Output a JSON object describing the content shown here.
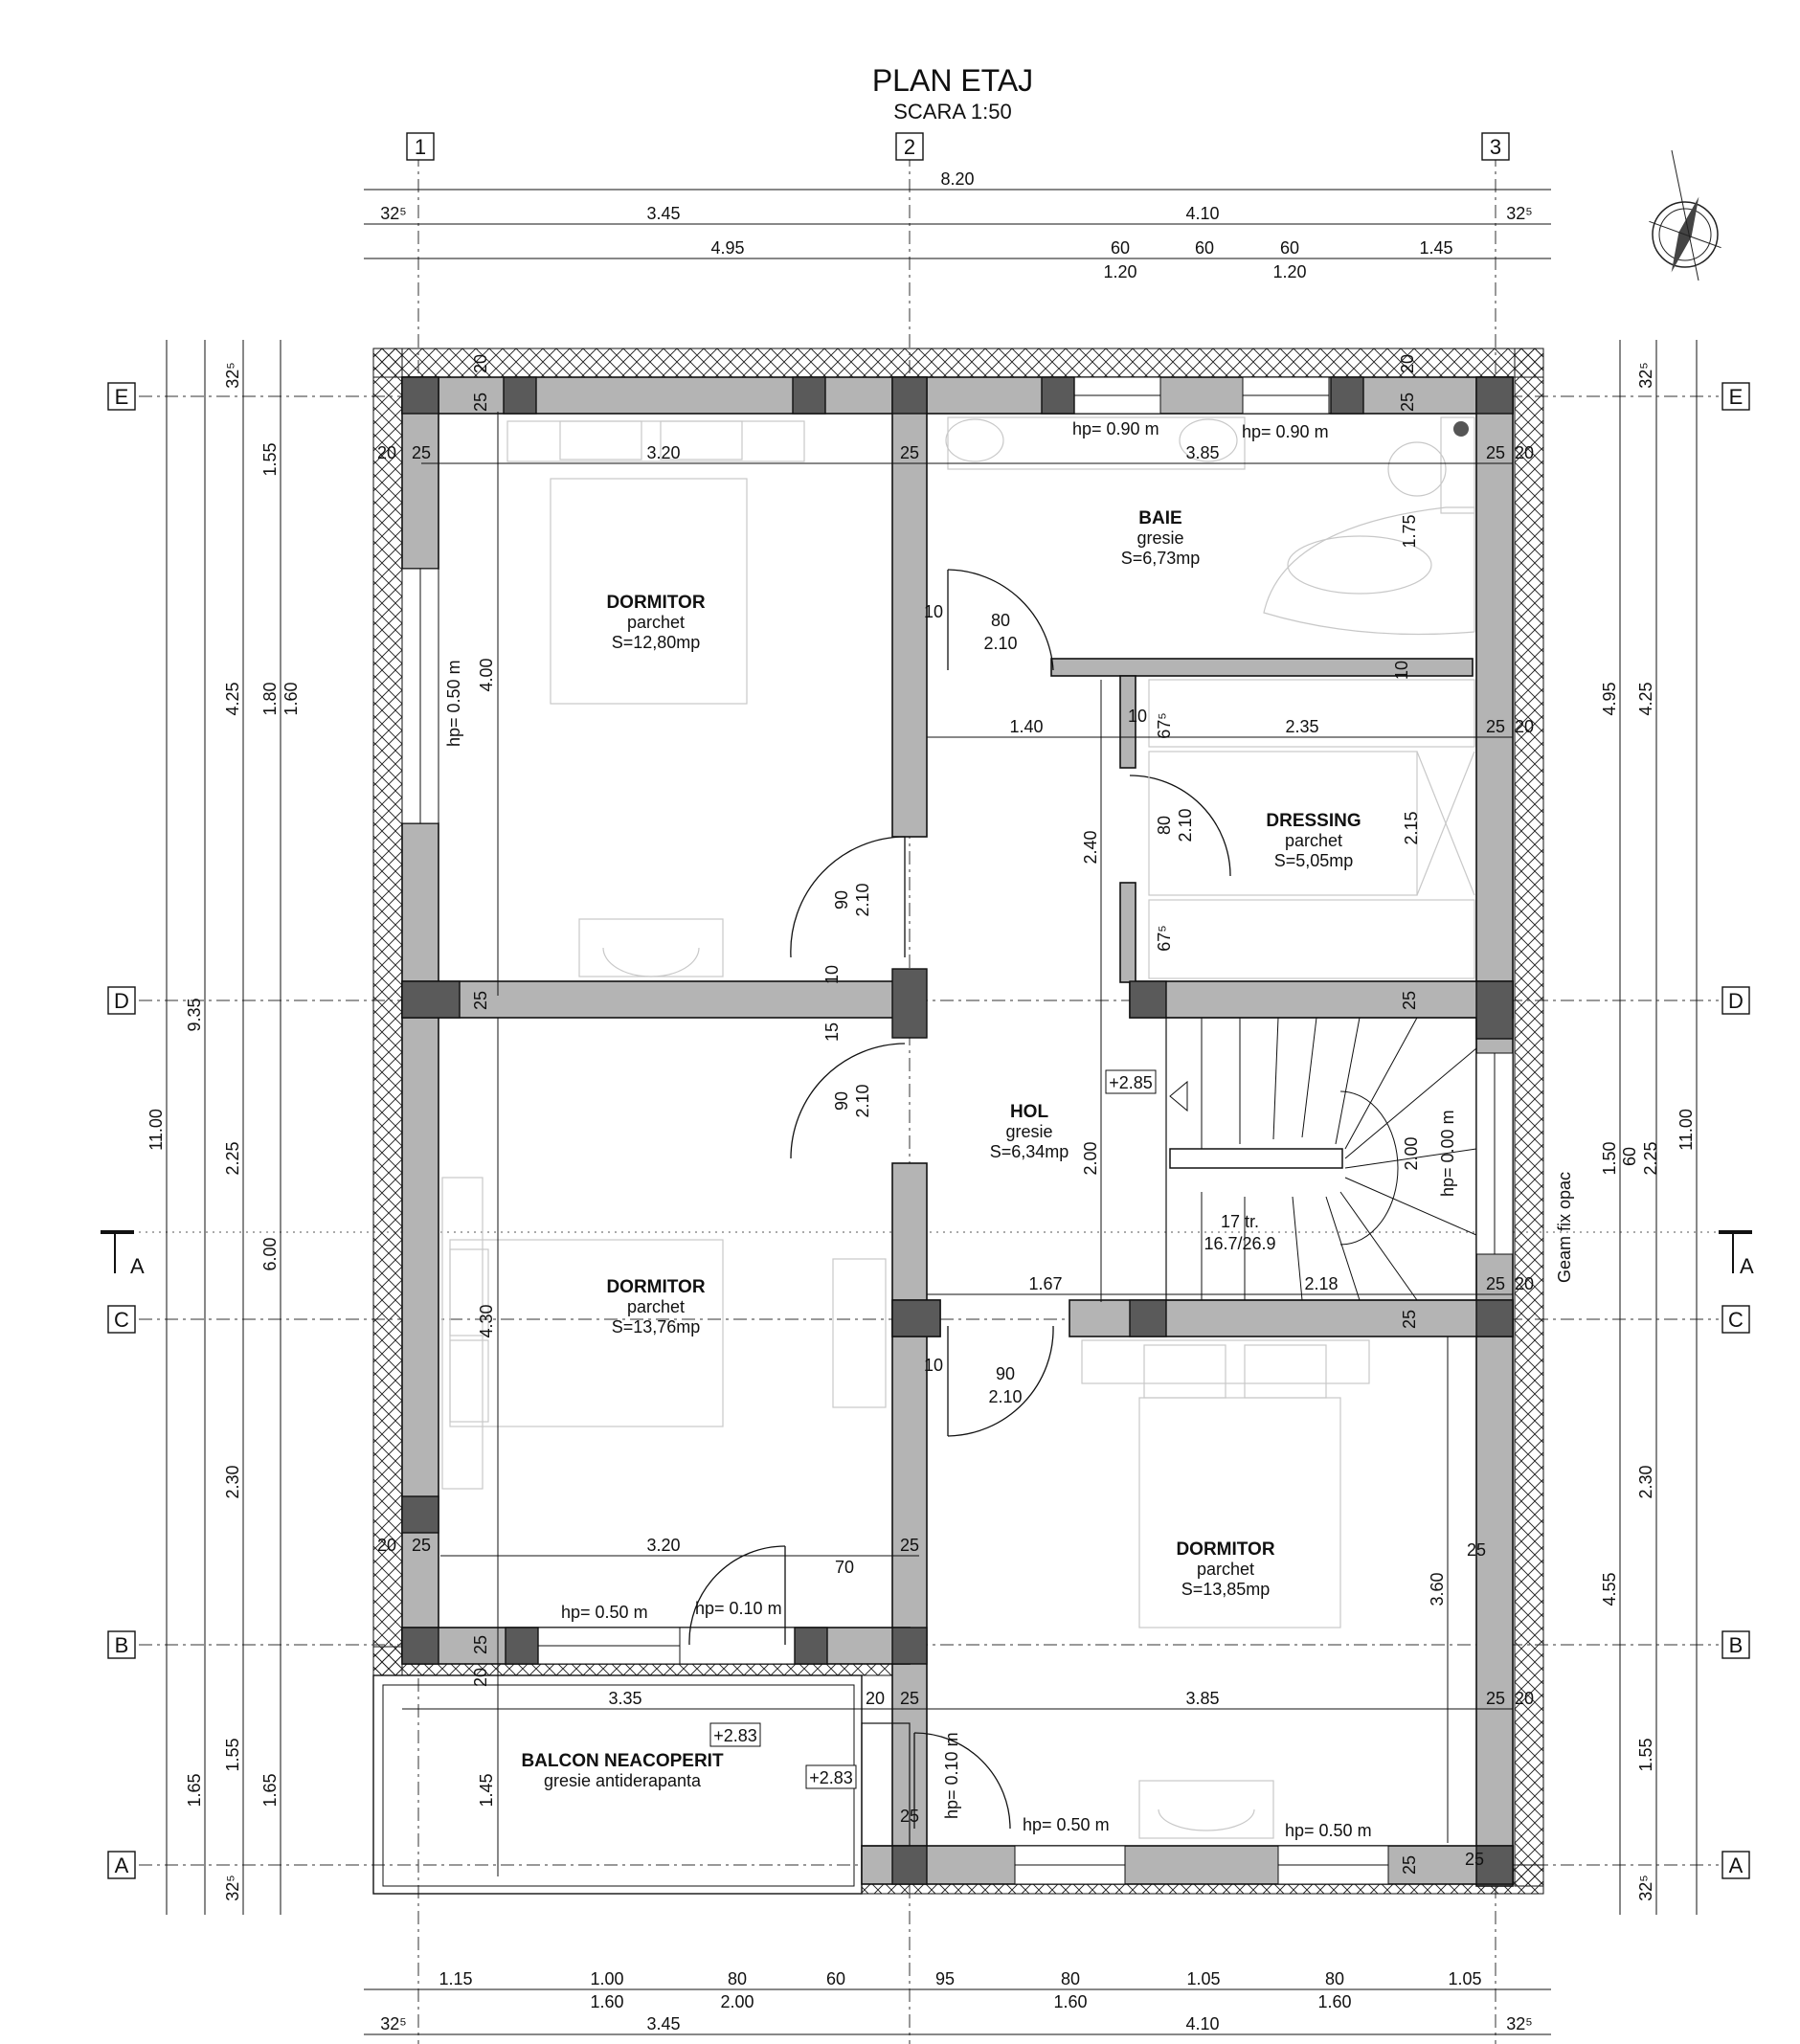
{
  "title": "PLAN ETAJ",
  "scale": "SCARA 1:50",
  "axes": {
    "numbers": [
      "1",
      "2",
      "3"
    ],
    "letters": [
      "E",
      "D",
      "C",
      "B",
      "A"
    ],
    "section": "A"
  },
  "rooms": [
    {
      "name": "DORMITOR",
      "finish": "parchet",
      "area": "S=12,80mp"
    },
    {
      "name": "BAIE",
      "finish": "gresie",
      "area": "S=6,73mp"
    },
    {
      "name": "DRESSING",
      "finish": "parchet",
      "area": "S=5,05mp"
    },
    {
      "name": "HOL",
      "finish": "gresie",
      "area": "S=6,34mp"
    },
    {
      "name": "DORMITOR",
      "finish": "parchet",
      "area": "S=13,76mp"
    },
    {
      "name": "DORMITOR",
      "finish": "parchet",
      "area": "S=13,85mp"
    },
    {
      "name": "BALCON NEACOPERIT",
      "finish": "gresie antiderapanta",
      "area": ""
    }
  ],
  "levels": [
    "+2.85",
    "+2.83",
    "+2.83"
  ],
  "stair": {
    "steps": "17 tr.",
    "size": "16.7/26.9"
  },
  "glass_note": "Geam fix opac",
  "sill_heights": [
    "hp= 0.90 m",
    "hp= 0.90 m",
    "hp= 0.50 m",
    "hp= 0.00 m",
    "hp= 0.50 m",
    "hp= 0.10 m",
    "hp= 0.10 m",
    "hp= 0.50 m",
    "hp= 0.50 m"
  ],
  "dims_top": {
    "row1": [
      "8.20"
    ],
    "row2": [
      "32⁵",
      "3.45",
      "4.10",
      "32⁵"
    ],
    "row3": [
      "4.95",
      "60",
      "60",
      "60",
      "1.45"
    ],
    "row3b": [
      "1.20",
      "1.20"
    ]
  },
  "dims_bottom": {
    "row1": [
      "1.15",
      "1.00",
      "80",
      "60",
      "95",
      "80",
      "1.05",
      "80",
      "1.05"
    ],
    "row1b": [
      "1.60",
      "2.00",
      "1.60",
      "1.60"
    ],
    "row2": [
      "32⁵",
      "3.45",
      "4.10",
      "32⁵"
    ]
  },
  "dims_left": {
    "outer": [
      "11.00"
    ],
    "mid": [
      "9.35",
      "1.65"
    ],
    "inner": [
      "4.25",
      "2.25",
      "2.30",
      "1.55"
    ],
    "detail": [
      "1.55",
      "1.80",
      "1.60",
      "6.00",
      "1.65",
      "32⁵",
      "32⁵"
    ]
  },
  "dims_right": {
    "outer": [
      "11.00"
    ],
    "mid": [
      "4.95",
      "1.50",
      "60",
      "2.25",
      "4.55"
    ],
    "inner": [
      "4.25",
      "2.30",
      "1.55",
      "32⁵",
      "32⁵"
    ]
  },
  "dims_inner": {
    "widths": [
      "3.20",
      "3.85",
      "1.40",
      "2.35",
      "1.67",
      "2.18",
      "3.20",
      "3.35",
      "3.85",
      "80",
      "2.10",
      "90",
      "2.10",
      "70"
    ],
    "heights": [
      "4.00",
      "1.75",
      "2.40",
      "2.15",
      "2.00",
      "2.00",
      "4.30",
      "3.60",
      "1.45",
      "80",
      "2.10",
      "90",
      "2.10",
      "90",
      "2.10"
    ],
    "small": [
      "25",
      "25",
      "25",
      "25",
      "25",
      "25",
      "25",
      "25",
      "25",
      "25",
      "25",
      "25",
      "25",
      "25",
      "25",
      "25",
      "25",
      "25",
      "25",
      "20",
      "20",
      "20",
      "20",
      "20",
      "20",
      "20",
      "20",
      "20",
      "20",
      "10",
      "10",
      "10",
      "10",
      "10",
      "15",
      "67⁵",
      "67⁵"
    ]
  }
}
